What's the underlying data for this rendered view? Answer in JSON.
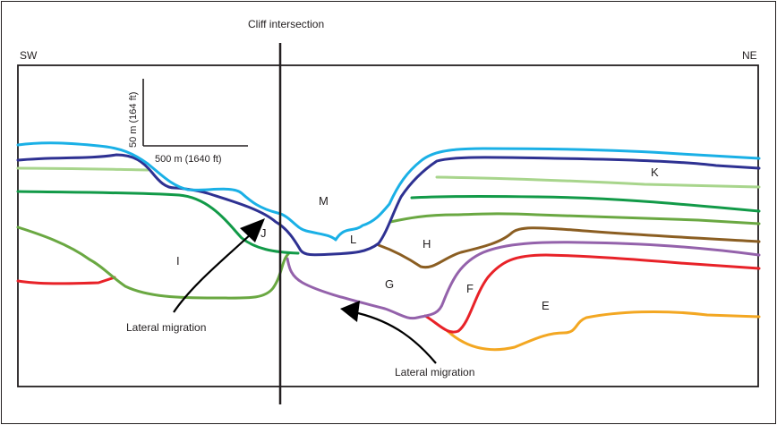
{
  "title": "Cliff intersection",
  "orientation": {
    "left": "SW",
    "right": "NE"
  },
  "scale_bar": {
    "vertical": "50 m (164 ft)",
    "horizontal": "500 m (1640 ft)"
  },
  "units": [
    "M",
    "L",
    "K",
    "J",
    "I",
    "H",
    "G",
    "F",
    "E"
  ],
  "annotations": {
    "migration_left": "Lateral migration",
    "migration_right": "Lateral migration"
  },
  "colors": {
    "cyan": "#1ab0e6",
    "navy": "#2e3192",
    "light_green": "#a8d58c",
    "green": "#129a48",
    "olive_green": "#6aa842",
    "brown": "#8b5e22",
    "purple": "#9462ab",
    "red": "#e82228",
    "orange": "#f3a722",
    "frame": "#231f20"
  }
}
